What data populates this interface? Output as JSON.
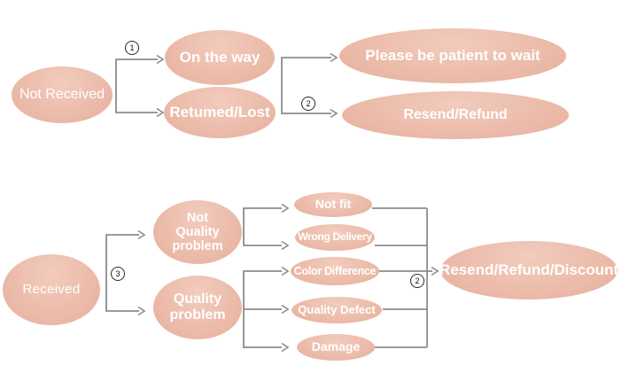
{
  "colors": {
    "node_fill": "#eab7a5",
    "node_fill_light": "#f2ccbd",
    "line": "#8c8c8c",
    "text": "#ffffff",
    "background": "#ffffff",
    "badge_border": "#2a2a2a"
  },
  "nodes": {
    "not_received": {
      "label": "Not Received"
    },
    "on_the_way": {
      "label": "On the way"
    },
    "returned_lost": {
      "label": "Retumed/Lost"
    },
    "please_wait": {
      "label": "Please be patient to wait"
    },
    "resend_refund": {
      "label": "Resend/Refund"
    },
    "received": {
      "label": "Received"
    },
    "not_quality_problem": {
      "label": "Not\nQuality\nproblem"
    },
    "quality_problem": {
      "label": "Quality\nproblem"
    },
    "not_fit": {
      "label": "Not fit"
    },
    "wrong_delivery": {
      "label": "Wrong Delivery"
    },
    "color_difference": {
      "label": "Color Difference"
    },
    "quality_defect": {
      "label": "Quality Defect"
    },
    "damage": {
      "label": "Damage"
    },
    "resend_refund_discount": {
      "label": "Resend/Refund/Discount"
    }
  },
  "badges": {
    "step1": "1",
    "step2_top": "2",
    "step3": "3",
    "step2_bottom": "2"
  },
  "edges": [
    {
      "from": [
        "not_received"
      ],
      "to": [
        "on_the_way",
        "returned_lost"
      ],
      "badge": "1"
    },
    {
      "from": [
        "on_the_way",
        "returned_lost"
      ],
      "to": [
        "please_wait",
        "resend_refund"
      ],
      "badge": "2"
    },
    {
      "from": [
        "received"
      ],
      "to": [
        "not_quality_problem",
        "quality_problem"
      ],
      "badge": "3"
    },
    {
      "from": [
        "not_quality_problem"
      ],
      "to": [
        "not_fit",
        "wrong_delivery"
      ]
    },
    {
      "from": [
        "quality_problem"
      ],
      "to": [
        "color_difference",
        "quality_defect",
        "damage"
      ]
    },
    {
      "from": [
        "not_fit",
        "wrong_delivery",
        "color_difference",
        "quality_defect",
        "damage"
      ],
      "to": [
        "resend_refund_discount"
      ],
      "badge": "2"
    }
  ]
}
